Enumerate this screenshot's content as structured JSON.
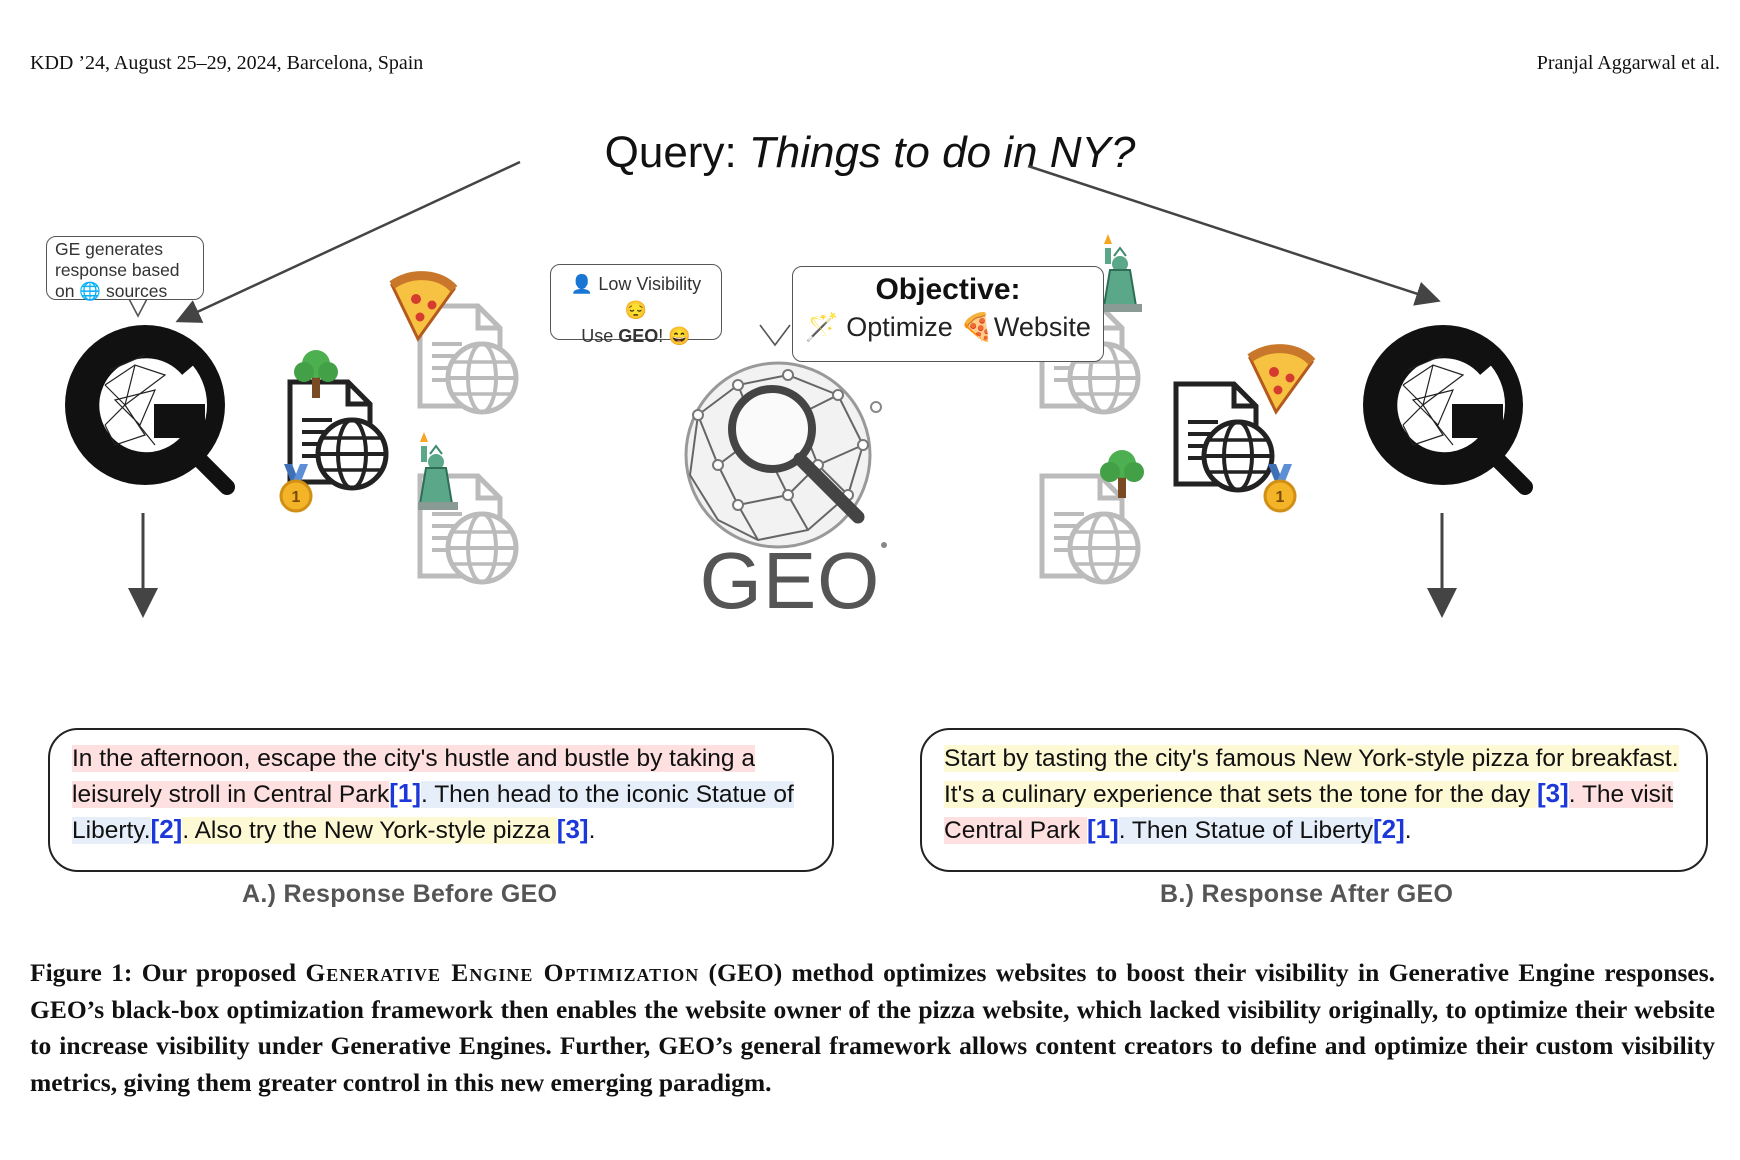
{
  "header": {
    "left": "KDD ’24, August 25–29, 2024, Barcelona, Spain",
    "right": "Pranjal Aggarwal et al."
  },
  "figure": {
    "query_prefix": "Query: ",
    "query_text": "Things to do in NY?",
    "ge_bubble": [
      "GE generates",
      "response based",
      "on",
      "sources"
    ],
    "low_visibility": [
      "Low Visibility",
      "Use",
      "GEO",
      "!"
    ],
    "objective": {
      "title": "Objective:",
      "word1": "Optimize",
      "word2": "Website"
    },
    "geo_label": "GEO",
    "response_before": {
      "segment_red_1": "In the afternoon, escape the city's hustle and bustle by taking a leisurely stroll in Central Park",
      "cite_1": "[1]",
      "segment_blue_1": ". Then head to the iconic Statue of Liberty.",
      "cite_2": "[2]",
      "segment_yellow_1": ". Also try the New York-style pizza ",
      "cite_3": "[3]",
      "tail": ".",
      "label": "A.) Response Before GEO"
    },
    "response_after": {
      "segment_yellow_1": "Start by tasting the city's famous New York-style pizza for breakfast. It's a culinary experience that sets the tone for the day ",
      "cite_3": "[3]",
      "segment_red_1": ". The visit Central Park ",
      "cite_1": "[1]",
      "segment_blue_1": ". Then Statue of Liberty",
      "cite_2": "[2]",
      "tail": ".",
      "label": "B.) Response After GEO"
    }
  },
  "caption": {
    "prefix": "Figure 1: Our proposed ",
    "smallcaps": "Generative Engine Optimization",
    "rest": " (GEO) method optimizes websites to boost their visibility in Generative Engine responses. GEO’s black-box optimization framework then enables the website owner of the pizza website, which lacked visibility originally, to optimize their website to increase visibility under Generative Engines. Further, GEO’s general framework allows content creators to define and optimize their custom visibility metrics, giving them greater control in this new emerging paradigm."
  },
  "colors": {
    "highlight_red": "#fde0df",
    "highlight_blue": "#e6eef9",
    "highlight_yellow": "#fdf9d4",
    "citation": "#1d38d8"
  }
}
